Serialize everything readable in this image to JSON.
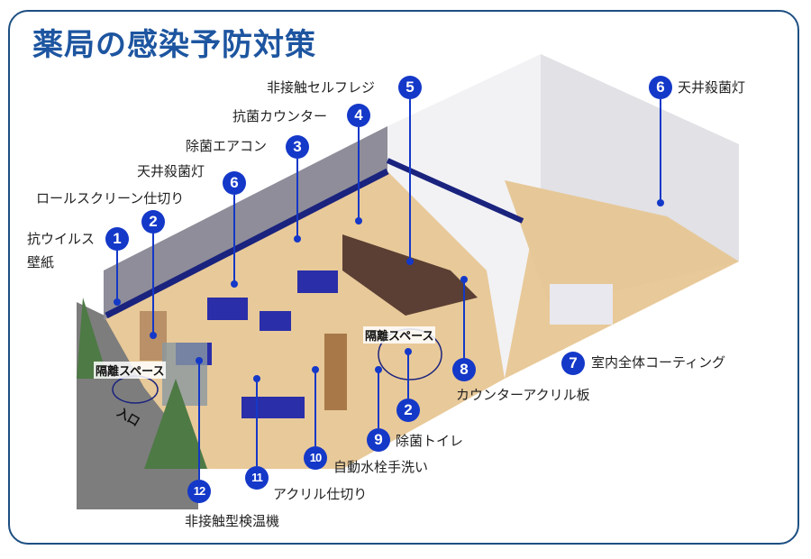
{
  "title": "薬局の感染予防対策",
  "colors": {
    "accent": "#1438c8",
    "title": "#1d55a0",
    "frame": "#1d4f82",
    "floor": "#e8c999",
    "wall": "#8e8d99"
  },
  "callouts": [
    {
      "num": "1",
      "label": "抗ウイルス",
      "label2": "壁紙"
    },
    {
      "num": "2",
      "label": "ロールスクリーン仕切り"
    },
    {
      "num": "6",
      "label": "天井殺菌灯"
    },
    {
      "num": "3",
      "label": "除菌エアコン"
    },
    {
      "num": "4",
      "label": "抗菌カウンター"
    },
    {
      "num": "5",
      "label": "非接触セルフレジ"
    },
    {
      "num": "6",
      "label": "天井殺菌灯"
    },
    {
      "num": "7",
      "label": "室内全体コーティング"
    },
    {
      "num": "8",
      "label": "カウンターアクリル板"
    },
    {
      "num": "2",
      "label": ""
    },
    {
      "num": "9",
      "label": "除菌トイレ"
    },
    {
      "num": "10",
      "label": "自動水栓手洗い"
    },
    {
      "num": "11",
      "label": "アクリル仕切り"
    },
    {
      "num": "12",
      "label": "非接触型検温機"
    }
  ],
  "areas": {
    "isolation_space": "隔離スペース",
    "entrance": "入口"
  }
}
